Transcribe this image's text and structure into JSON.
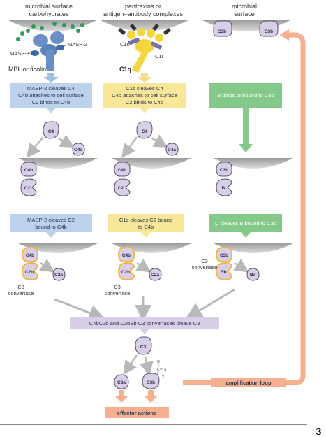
{
  "headers": {
    "lectin": [
      "microbial surface",
      "carbohydrates"
    ],
    "classical": [
      "pentraxins or",
      "antigen–antibody complexes"
    ],
    "alternative": [
      "microbial",
      "surface"
    ]
  },
  "labels": {
    "masp3": "MASP-3",
    "masp2": "MASP-2",
    "mbl": "MBL or ficolin",
    "c1s": "C1s",
    "c1r": "C1r",
    "c1q": "C1q",
    "c3b_top_left": "C3b",
    "c3b_top_right": "C3b"
  },
  "boxes": {
    "lectin_1": [
      "MASP-2 cleaves C4",
      "C4b attaches to cell surface",
      "C2 binds to C4b"
    ],
    "classical_1": [
      "C1s cleaves C4",
      "C4b attaches to cell surface",
      "C2 binds to C4b"
    ],
    "alternative_1": [
      "B binds to bound to C3b"
    ],
    "lectin_2": [
      "MASP-2 cleaves C2",
      "bound to C4b"
    ],
    "classical_2": [
      "C1s cleaves C2 bound",
      "to C4b"
    ],
    "alternative_2": [
      "D cleaves B bound to C3b"
    ],
    "convergence": "C4bC2b and C3bBb C3 convertases cleave C3",
    "amplification": "amplification loop",
    "effector": "effector actions"
  },
  "molecules": {
    "c4": "C4",
    "c4a": "C4a",
    "c4b": "C4b",
    "c2": "C2",
    "c3b": "C3b",
    "b": "B",
    "c2b": "C2b",
    "c2a": "C2a",
    "c3bx": "C3b",
    "bb": "Bb",
    "ba": "Ba",
    "c3": "C3",
    "c3a": "C3a",
    "c3b_final": "C3b"
  },
  "convertase": {
    "line1": "C3",
    "line2": "convertase"
  },
  "thioester": {
    "o": "O",
    "c": "C",
    "s": "S",
    "x": "X"
  },
  "page_number": "3",
  "colors": {
    "blue_box": "#bcd2ea",
    "yellow_box": "#f8e699",
    "green_box": "#84c98a",
    "lilac": "#d8cfe6",
    "orange": "#f6b08f",
    "gold_outline": "#f0b74a"
  }
}
